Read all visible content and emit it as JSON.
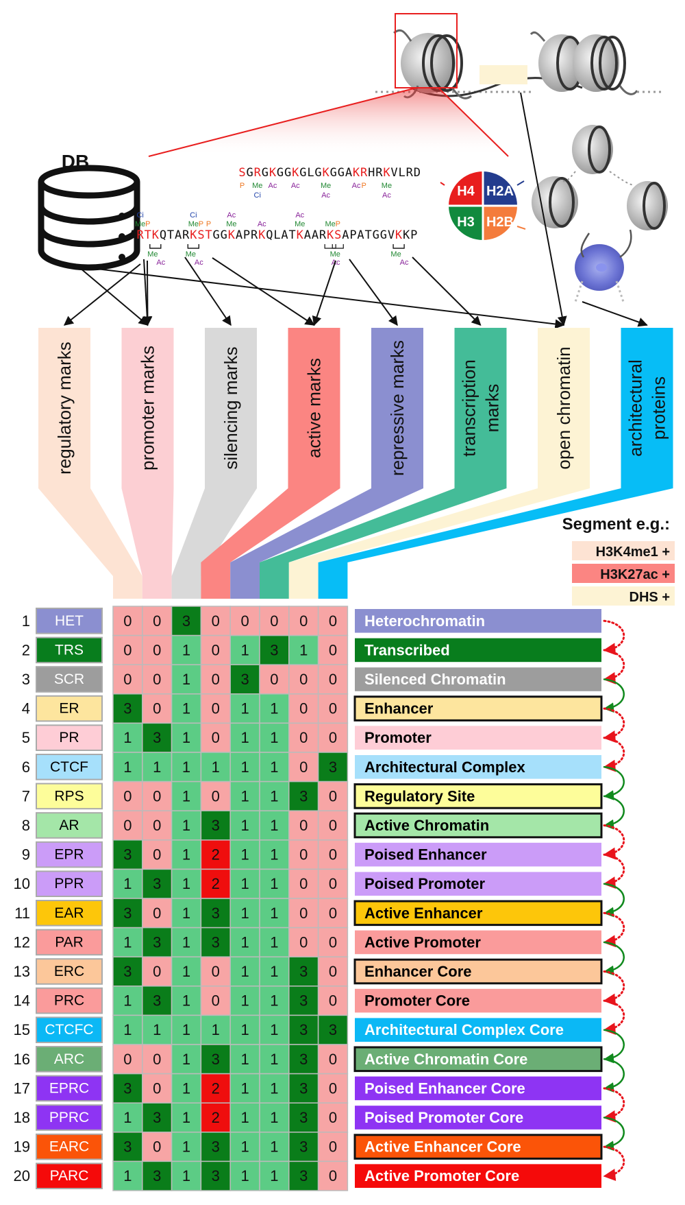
{
  "db_label": "DB",
  "histone_labels": [
    "H4",
    "H2A",
    "H3",
    "H2B"
  ],
  "h4_sequence": "SGRGKGGKGLGKGGAKRHRKVLRD",
  "h3_sequence": "ARTKQTARKSTGGKAPRKQLATKAARKSAPATGGVKKP",
  "h4_mods": [
    {
      "pos": 0,
      "line": 1,
      "text": "P",
      "color": "#ee7722"
    },
    {
      "pos": 2,
      "line": 1,
      "text": "Me",
      "color": "#228833"
    },
    {
      "pos": 2,
      "line": 2,
      "text": "Ci",
      "color": "#2244aa"
    },
    {
      "pos": 4,
      "line": 1,
      "text": "Ac",
      "color": "#882299"
    },
    {
      "pos": 7,
      "line": 1,
      "text": "Ac",
      "color": "#882299"
    },
    {
      "pos": 11,
      "line": 1,
      "text": "Me",
      "color": "#228833"
    },
    {
      "pos": 11,
      "line": 2,
      "text": "Ac",
      "color": "#882299"
    },
    {
      "pos": 15,
      "line": 1,
      "text": "Ac",
      "color": "#882299"
    },
    {
      "pos": 16,
      "line": 1,
      "text": "P",
      "color": "#ee7722"
    },
    {
      "pos": 19,
      "line": 1,
      "text": "Me",
      "color": "#228833"
    },
    {
      "pos": 19,
      "line": 2,
      "text": "Ac",
      "color": "#882299"
    }
  ],
  "h3_mods_above": [
    {
      "pos": 1,
      "line": 2,
      "text": "Ci",
      "color": "#2244aa"
    },
    {
      "pos": 1,
      "line": 1,
      "text": "Me",
      "color": "#228833"
    },
    {
      "pos": 2,
      "line": 1,
      "text": "P",
      "color": "#ee7722"
    },
    {
      "pos": 8,
      "line": 2,
      "text": "Ci",
      "color": "#2244aa"
    },
    {
      "pos": 8,
      "line": 1,
      "text": "Me",
      "color": "#228833"
    },
    {
      "pos": 9,
      "line": 1,
      "text": "P",
      "color": "#ee7722"
    },
    {
      "pos": 10,
      "line": 1,
      "text": "P",
      "color": "#ee7722"
    },
    {
      "pos": 13,
      "line": 2,
      "text": "Ac",
      "color": "#882299"
    },
    {
      "pos": 13,
      "line": 1,
      "text": "Me",
      "color": "#228833"
    },
    {
      "pos": 17,
      "line": 1,
      "text": "Ac",
      "color": "#882299"
    },
    {
      "pos": 22,
      "line": 2,
      "text": "Ac",
      "color": "#882299"
    },
    {
      "pos": 22,
      "line": 1,
      "text": "Me",
      "color": "#228833"
    },
    {
      "pos": 26,
      "line": 1,
      "text": "Me",
      "color": "#228833"
    },
    {
      "pos": 27,
      "line": 1,
      "text": "P",
      "color": "#ee7722"
    }
  ],
  "h3_mods_below": [
    {
      "pos": 3,
      "line": 1,
      "text": "Me",
      "color": "#228833"
    },
    {
      "pos": 3,
      "line": 2,
      "text": "Ac",
      "color": "#882299"
    },
    {
      "pos": 8,
      "line": 1,
      "text": "Me",
      "color": "#228833"
    },
    {
      "pos": 8,
      "line": 2,
      "text": "Ac",
      "color": "#882299"
    },
    {
      "pos": 26,
      "line": 2,
      "text": "Ac",
      "color": "#882299"
    },
    {
      "pos": 27,
      "line": 1,
      "text": "Me",
      "color": "#228833"
    },
    {
      "pos": 35,
      "line": 1,
      "text": "Me",
      "color": "#228833"
    },
    {
      "pos": 35,
      "line": 2,
      "text": "Ac",
      "color": "#882299"
    }
  ],
  "categories": [
    {
      "label": "regulatory marks",
      "color": "#fde3d3"
    },
    {
      "label": "promoter marks",
      "color": "#fccfd3"
    },
    {
      "label": "silencing marks",
      "color": "#d9d9d9"
    },
    {
      "label": "active marks",
      "color": "#fb8582"
    },
    {
      "label": "repressive marks",
      "color": "#8b8fd0"
    },
    {
      "label": "transcription\nmarks",
      "color": "#44bc98"
    },
    {
      "label": "open chromatin",
      "color": "#fdf3d4"
    },
    {
      "label": "architectural\nproteins",
      "color": "#07bdf6"
    }
  ],
  "segment_example": {
    "title": "Segment e.g.:",
    "items": [
      {
        "text": "H3K4me1 +",
        "color": "#fde3d3"
      },
      {
        "text": "H3K27ac +",
        "color": "#fb8582"
      },
      {
        "text": "DHS +",
        "color": "#fdf3d4"
      }
    ]
  },
  "states": [
    {
      "n": "1",
      "abbr": "HET",
      "name": "Heterochromatin",
      "color": "#8b8fd0",
      "text": "#ffffff",
      "boxed": false,
      "values": [
        0,
        0,
        3,
        0,
        0,
        0,
        0,
        0
      ]
    },
    {
      "n": "2",
      "abbr": "TRS",
      "name": "Transcribed",
      "color": "#087d1d",
      "text": "#ffffff",
      "boxed": false,
      "values": [
        0,
        0,
        1,
        0,
        1,
        3,
        1,
        0
      ]
    },
    {
      "n": "3",
      "abbr": "SCR",
      "name": "Silenced Chromatin",
      "color": "#9d9d9d",
      "text": "#ffffff",
      "boxed": false,
      "values": [
        0,
        0,
        1,
        0,
        3,
        0,
        0,
        0
      ]
    },
    {
      "n": "4",
      "abbr": "ER",
      "name": "Enhancer",
      "color": "#fde59e",
      "text": "#000000",
      "boxed": true,
      "values": [
        3,
        0,
        1,
        0,
        1,
        1,
        0,
        0
      ]
    },
    {
      "n": "5",
      "abbr": "PR",
      "name": "Promoter",
      "color": "#fecdd6",
      "text": "#000000",
      "boxed": false,
      "values": [
        1,
        3,
        1,
        0,
        1,
        1,
        0,
        0
      ]
    },
    {
      "n": "6",
      "abbr": "CTCF",
      "name": "Architectural Complex",
      "color": "#a6e0fb",
      "text": "#000000",
      "boxed": false,
      "values": [
        1,
        1,
        1,
        1,
        1,
        1,
        0,
        3
      ]
    },
    {
      "n": "7",
      "abbr": "RPS",
      "name": "Regulatory Site",
      "color": "#fdfd9a",
      "text": "#000000",
      "boxed": true,
      "values": [
        0,
        0,
        1,
        0,
        1,
        1,
        3,
        0
      ]
    },
    {
      "n": "8",
      "abbr": "AR",
      "name": "Active Chromatin",
      "color": "#a4e6a8",
      "text": "#000000",
      "boxed": true,
      "values": [
        0,
        0,
        1,
        3,
        1,
        1,
        0,
        0
      ]
    },
    {
      "n": "9",
      "abbr": "EPR",
      "name": "Poised Enhancer",
      "color": "#cb9cf8",
      "text": "#000000",
      "boxed": false,
      "values": [
        3,
        0,
        1,
        2,
        1,
        1,
        0,
        0
      ]
    },
    {
      "n": "10",
      "abbr": "PPR",
      "name": "Poised Promoter",
      "color": "#cb9cf8",
      "text": "#000000",
      "boxed": false,
      "values": [
        1,
        3,
        1,
        2,
        1,
        1,
        0,
        0
      ]
    },
    {
      "n": "11",
      "abbr": "EAR",
      "name": "Active Enhancer",
      "color": "#fdc60a",
      "text": "#000000",
      "boxed": true,
      "values": [
        3,
        0,
        1,
        3,
        1,
        1,
        0,
        0
      ]
    },
    {
      "n": "12",
      "abbr": "PAR",
      "name": "Active Promoter",
      "color": "#fa9b9b",
      "text": "#000000",
      "boxed": false,
      "values": [
        1,
        3,
        1,
        3,
        1,
        1,
        0,
        0
      ]
    },
    {
      "n": "13",
      "abbr": "ERC",
      "name": "Enhancer Core",
      "color": "#fcc79a",
      "text": "#000000",
      "boxed": true,
      "values": [
        3,
        0,
        1,
        0,
        1,
        1,
        3,
        0
      ]
    },
    {
      "n": "14",
      "abbr": "PRC",
      "name": "Promoter Core",
      "color": "#fa9b9b",
      "text": "#000000",
      "boxed": false,
      "values": [
        1,
        3,
        1,
        0,
        1,
        1,
        3,
        0
      ]
    },
    {
      "n": "15",
      "abbr": "CTCFC",
      "name": "Architectural Complex Core",
      "color": "#0bb8f5",
      "text": "#ffffff",
      "boxed": false,
      "values": [
        1,
        1,
        1,
        1,
        1,
        1,
        3,
        3
      ]
    },
    {
      "n": "16",
      "abbr": "ARC",
      "name": "Active Chromatin Core",
      "color": "#6bae75",
      "text": "#ffffff",
      "boxed": true,
      "values": [
        0,
        0,
        1,
        3,
        1,
        1,
        3,
        0
      ]
    },
    {
      "n": "17",
      "abbr": "EPRC",
      "name": "Poised Enhancer Core",
      "color": "#8e34f3",
      "text": "#ffffff",
      "boxed": false,
      "values": [
        3,
        0,
        1,
        2,
        1,
        1,
        3,
        0
      ]
    },
    {
      "n": "18",
      "abbr": "PPRC",
      "name": "Poised Promoter Core",
      "color": "#8e34f3",
      "text": "#ffffff",
      "boxed": false,
      "values": [
        1,
        3,
        1,
        2,
        1,
        1,
        3,
        0
      ]
    },
    {
      "n": "19",
      "abbr": "EARC",
      "name": "Active Enhancer Core",
      "color": "#fb5408",
      "text": "#ffffff",
      "boxed": true,
      "values": [
        3,
        0,
        1,
        3,
        1,
        1,
        3,
        0
      ]
    },
    {
      "n": "20",
      "abbr": "PARC",
      "name": "Active Promoter Core",
      "color": "#f50a0a",
      "text": "#ffffff",
      "boxed": false,
      "values": [
        1,
        3,
        1,
        3,
        1,
        1,
        3,
        0
      ]
    }
  ],
  "value_colors": {
    "0": "#f7a5a5",
    "1": "#5ccc85",
    "2": "#ef0e0e",
    "3": "#0a7d1a"
  },
  "transitions": [
    {
      "from": 1,
      "to": 2,
      "type": "dotted",
      "color": "#e8141c"
    },
    {
      "from": 2,
      "to": 3,
      "type": "dotted",
      "color": "#e8141c"
    },
    {
      "from": 3,
      "to": 4,
      "type": "solid",
      "color": "#118a1e"
    },
    {
      "from": 4,
      "to": 5,
      "type": "dotted",
      "color": "#e8141c"
    },
    {
      "from": 5,
      "to": 6,
      "type": "dotted",
      "color": "#e8141c"
    },
    {
      "from": 6,
      "to": 7,
      "type": "solid",
      "color": "#118a1e"
    },
    {
      "from": 7,
      "to": 8,
      "type": "solid",
      "color": "#118a1e"
    },
    {
      "from": 8,
      "to": 9,
      "type": "dotted",
      "color": "#e8141c"
    },
    {
      "from": 9,
      "to": 10,
      "type": "dotted",
      "color": "#e8141c"
    },
    {
      "from": 10,
      "to": 11,
      "type": "solid",
      "color": "#118a1e"
    },
    {
      "from": 11,
      "to": 12,
      "type": "dotted",
      "color": "#e8141c"
    },
    {
      "from": 12,
      "to": 13,
      "type": "solid",
      "color": "#118a1e"
    },
    {
      "from": 13,
      "to": 14,
      "type": "dotted",
      "color": "#e8141c"
    },
    {
      "from": 14,
      "to": 15,
      "type": "dotted",
      "color": "#e8141c"
    },
    {
      "from": 15,
      "to": 16,
      "type": "solid",
      "color": "#118a1e"
    },
    {
      "from": 16,
      "to": 17,
      "type": "solid",
      "color": "#118a1e"
    },
    {
      "from": 17,
      "to": 18,
      "type": "dotted",
      "color": "#e8141c"
    },
    {
      "from": 18,
      "to": 19,
      "type": "solid",
      "color": "#118a1e"
    },
    {
      "from": 19,
      "to": 20,
      "type": "dotted",
      "color": "#e8141c"
    }
  ]
}
